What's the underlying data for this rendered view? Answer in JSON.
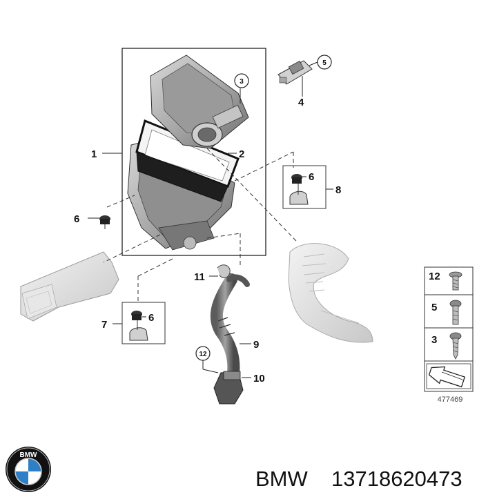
{
  "diagram": {
    "callouts": {
      "c1": "1",
      "c2": "2",
      "c3": "3",
      "c4": "4",
      "c5": "5",
      "c6a": "6",
      "c6b": "6",
      "c6c": "6",
      "c7": "7",
      "c8": "8",
      "c9": "9",
      "c10": "10",
      "c11": "11",
      "c12": "12"
    },
    "legend": {
      "item1": "12",
      "item2": "5",
      "item3": "3"
    },
    "reference": "477469"
  },
  "footer": {
    "brand": "BMW",
    "part_number": "13718620473"
  },
  "logo": {
    "letters": "BMW",
    "colors": {
      "blue": "#2f7fc6",
      "ring": "#111111",
      "white": "#ffffff"
    }
  }
}
